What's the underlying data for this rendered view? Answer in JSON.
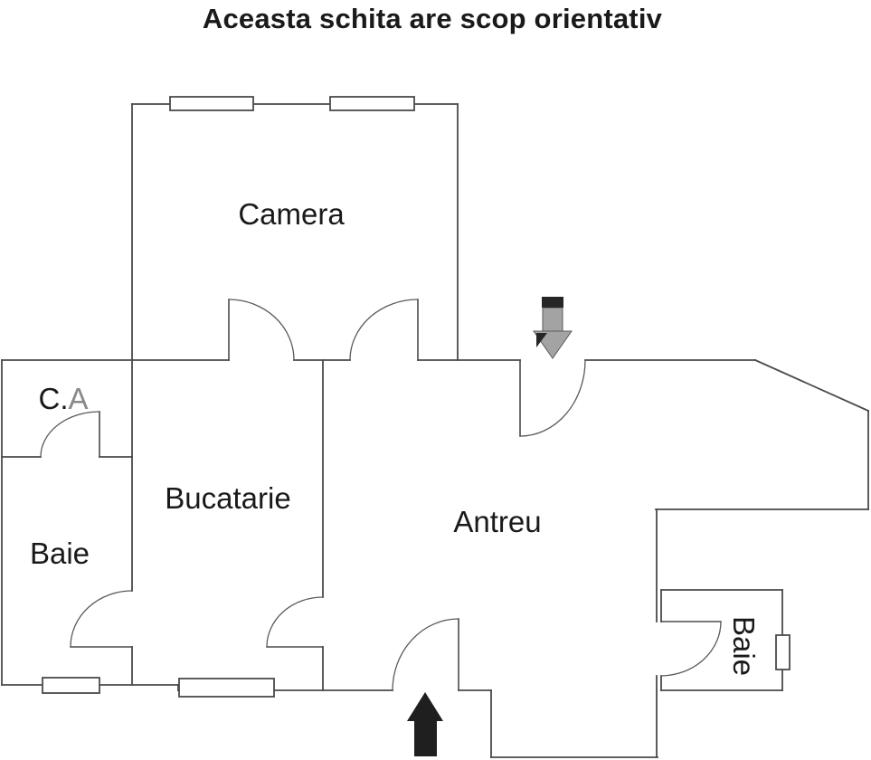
{
  "title": "Aceasta schita are scop orientativ",
  "rooms": {
    "camera": {
      "label": "Camera"
    },
    "ca": {
      "label_prefix": "C.",
      "label_suffix": "A"
    },
    "bucatarie": {
      "label": "Bucatarie"
    },
    "baie_left": {
      "label": "Baie"
    },
    "antreu": {
      "label": "Antreu"
    },
    "baie_right": {
      "label": "Baie"
    }
  },
  "icons": {
    "entrance_top": "down-arrow",
    "entrance_bottom": "up-arrow"
  },
  "counts": {
    "windows": 5,
    "doors": 8
  },
  "colors": {
    "background": "#ffffff",
    "wall": "#4a4a4a",
    "arc": "#5a5a5a",
    "text": "#1a1a1a",
    "ca_suffix": "#8a8a8a",
    "arrow_gray": "#a3a3a3",
    "arrow_dark": "#262626",
    "arrow_black": "#1f1f1f"
  }
}
